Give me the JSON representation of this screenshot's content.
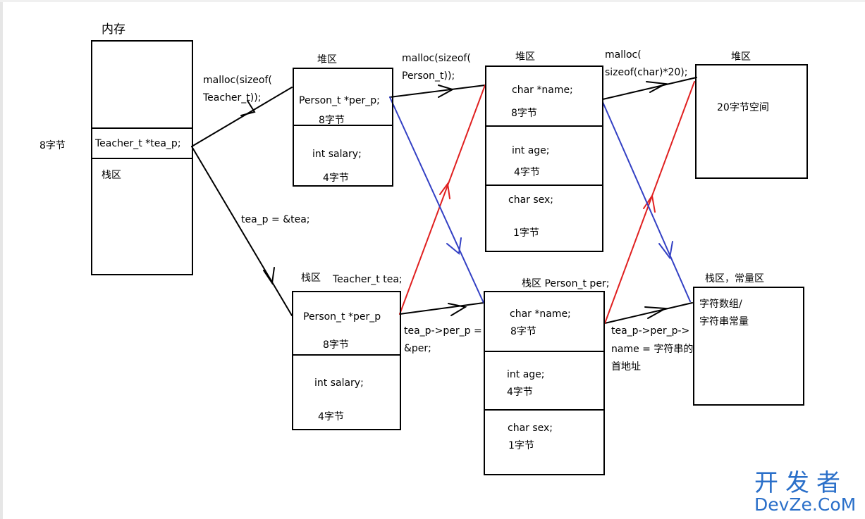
{
  "memory": {
    "title": "内存",
    "var": "Teacher_t *tea_p;",
    "size": "8字节",
    "region": "栈区"
  },
  "heap1": {
    "title": "堆区",
    "field1": "Person_t *per_p;",
    "size1": "8字节",
    "field2": "int salary;",
    "size2": "4字节"
  },
  "heap2": {
    "title": "堆区",
    "field1": "char *name;",
    "size1": "8字节",
    "field2": "int age;",
    "size2": "4字节",
    "field3": "char sex;",
    "size3": "1字节"
  },
  "heap3": {
    "title": "堆区",
    "content": "20字节空间"
  },
  "stack1": {
    "title": "栈区",
    "var_name": "Teacher_t tea;",
    "field1": "Person_t *per_p",
    "size1": "8字节",
    "field2": "int salary;",
    "size2": "4字节"
  },
  "stack2": {
    "title": "栈区 Person_t per;",
    "field1": "char  *name;",
    "size1": "8字节",
    "field2": "int age;",
    "size2": "4字节",
    "field3": "char sex;",
    "size3": "1字节"
  },
  "const_area": {
    "title": "栈区，常量区",
    "line1": "字符数组/",
    "line2": "字符串常量"
  },
  "arrows": {
    "malloc_teacher_1": "malloc(sizeof(",
    "malloc_teacher_2": "Teacher_t));",
    "malloc_person_1": "malloc(sizeof(",
    "malloc_person_2": "Person_t));",
    "malloc_char_1": "malloc(",
    "malloc_char_2": "sizeof(char)*20);",
    "tea_assign": "tea_p = &tea;",
    "per_assign_1": "tea_p->per_p =",
    "per_assign_2": "&per;",
    "name_assign_1": "tea_p->per_p->",
    "name_assign_2": "name = 字符串的",
    "name_assign_3": "首地址"
  },
  "watermark": {
    "line1": "开发者",
    "line2": "DevZe.CoM"
  },
  "colors": {
    "black": "#000000",
    "red": "#e02020",
    "blue": "#3340c4",
    "watermark": "#2a6fc9"
  }
}
